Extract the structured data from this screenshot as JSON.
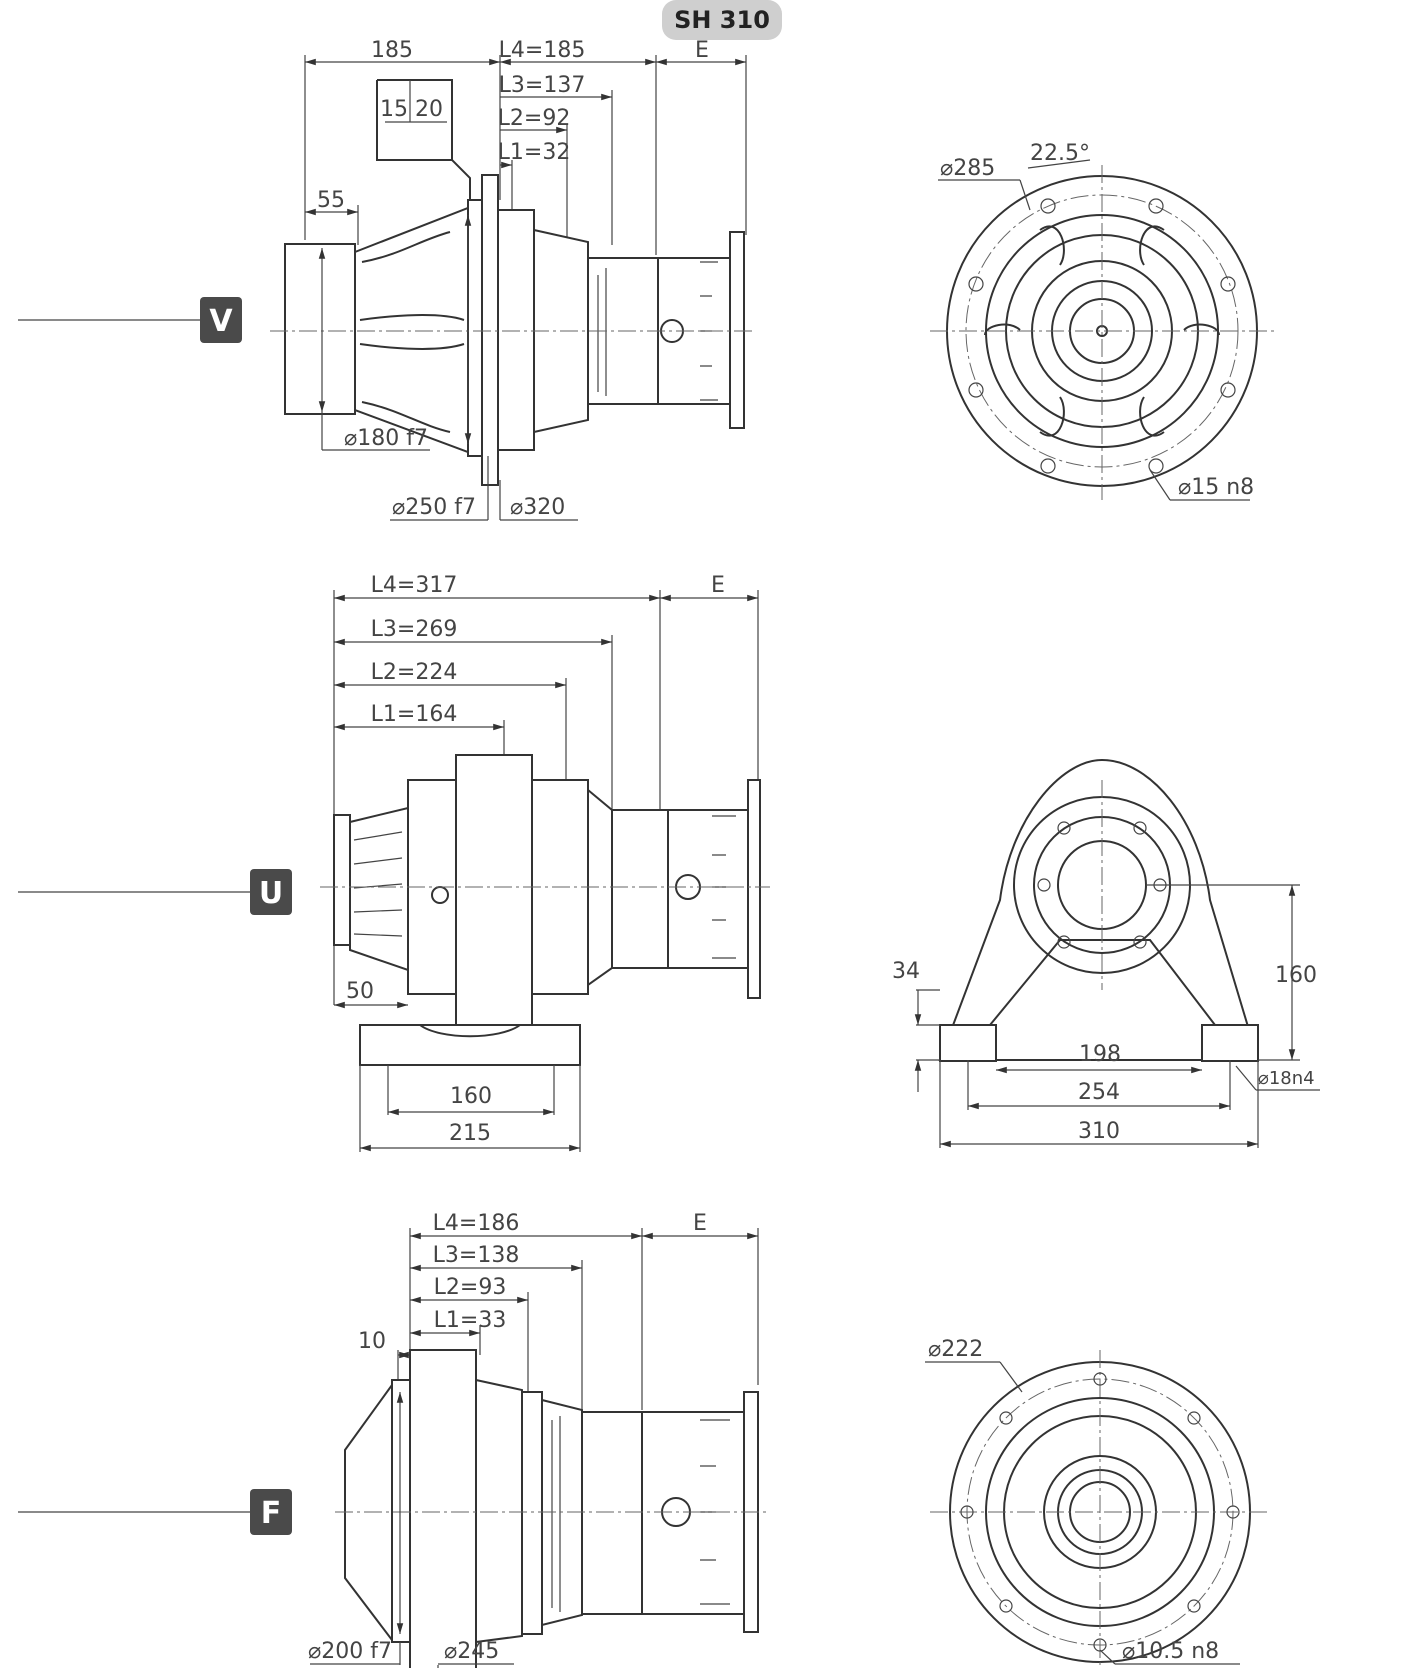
{
  "model": "SH 310",
  "views": {
    "V": {
      "badge": "V",
      "top_dims": {
        "a": "185",
        "l4": "L4=185",
        "e": "E",
        "l3": "L3=137",
        "l2": "L2=92",
        "l1": "L1=32",
        "b15": "15",
        "b20": "20",
        "d55": "55"
      },
      "bottom_dims": {
        "d180": "180 f7",
        "d250": "250 f7",
        "d320": "320"
      },
      "end_dims": {
        "d285": "285",
        "angle": "22.5°",
        "d15": "15 n8"
      }
    },
    "U": {
      "badge": "U",
      "top_dims": {
        "l4": "L4=317",
        "e": "E",
        "l3": "L3=269",
        "l2": "L2=224",
        "l1": "L1=164"
      },
      "side_dims": {
        "d50": "50",
        "d160": "160",
        "d215": "215"
      },
      "end_dims": {
        "d34": "34",
        "d160": "160",
        "d198": "198",
        "d254": "254",
        "d310": "310",
        "d18": "18n4"
      }
    },
    "F": {
      "badge": "F",
      "top_dims": {
        "l4": "L4=186",
        "e": "E",
        "l3": "L3=138",
        "l2": "L2=93",
        "l1": "L1=33",
        "d10": "10"
      },
      "bottom_dims": {
        "d200": "200 f7",
        "d245": "245"
      },
      "end_dims": {
        "d222": "222",
        "d105": "10.5 n8"
      }
    }
  },
  "diameter_symbol": "⌀"
}
